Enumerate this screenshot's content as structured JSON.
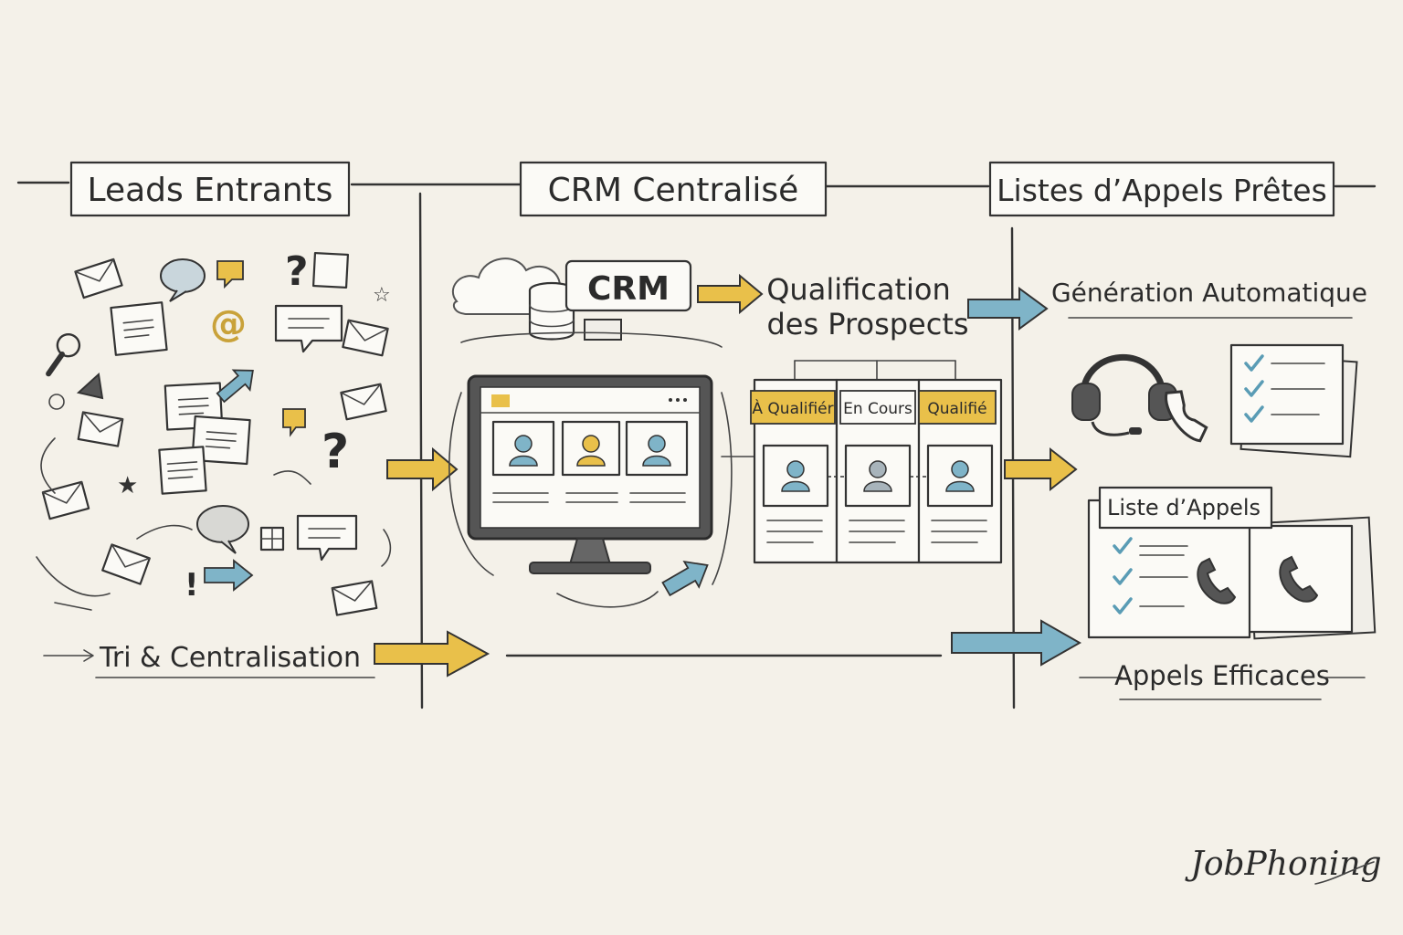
{
  "sections": [
    {
      "title": "Leads Entrants"
    },
    {
      "title": "CRM Centralisé"
    },
    {
      "title": "Listes d’Appels Prêtes"
    }
  ],
  "left": {
    "caption": "Tri & Centralisation"
  },
  "middle": {
    "crm_label": "CRM",
    "qualification_line1": "Qualification",
    "qualification_line2": "des Prospects",
    "statuses": [
      "À Qualifiér",
      "En Cours",
      "Qualifié"
    ]
  },
  "right": {
    "generation_label": "Génération Automatique",
    "call_list_label": "Liste d’Appels",
    "efficient_calls": "Appels Efficaces"
  },
  "brand": "JobPhoning",
  "colors": {
    "background": "#f4f1e9",
    "accent_yellow": "#e9c04a",
    "accent_blue": "#7fb4c8",
    "ink": "#2b2b2b"
  }
}
